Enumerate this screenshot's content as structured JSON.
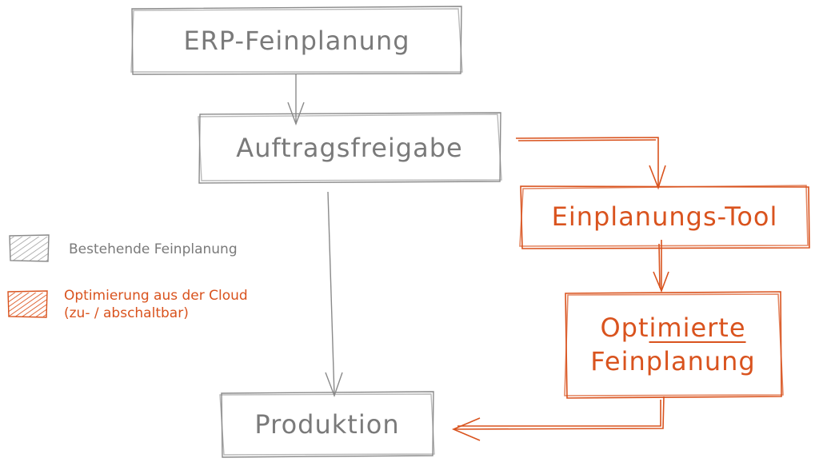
{
  "colors": {
    "existing": "#7a7a7a",
    "cloud": "#d9531e"
  },
  "nodes": {
    "erp": "ERP-Feinplanung",
    "release": "Auftragsfreigabe",
    "tool": "Einplanungs-Tool",
    "optimized_line1_prefix": "Opt",
    "optimized_line1_underlined": "imierte",
    "optimized_line2": "Feinplanung",
    "production": "Produktion"
  },
  "legend": {
    "existing": "Bestehende Feinplanung",
    "cloud_line1": "Optimierung aus der Cloud",
    "cloud_line2": "(zu- / abschaltbar)"
  }
}
